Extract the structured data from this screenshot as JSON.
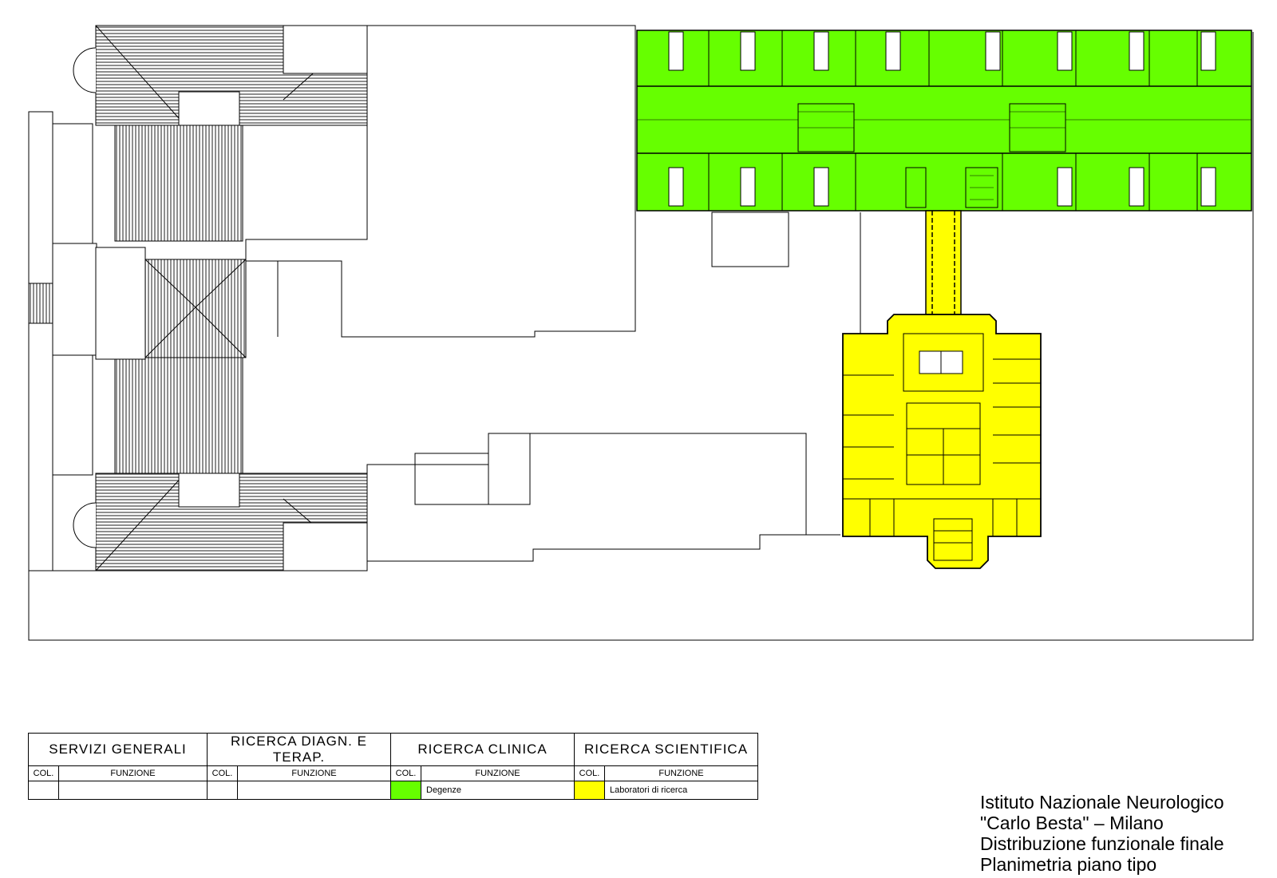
{
  "colors": {
    "degenze": "#66ff00",
    "laboratori": "#ffff00",
    "roof": "#8c8c8c",
    "line": "#000000"
  },
  "legend": {
    "groups": [
      {
        "title": "SERVIZI GENERALI",
        "col_label": "COL.",
        "func_label": "FUNZIONE",
        "color": "",
        "function": ""
      },
      {
        "title": "RICERCA DIAGN. E TERAP.",
        "col_label": "COL.",
        "func_label": "FUNZIONE",
        "color": "",
        "function": ""
      },
      {
        "title": "RICERCA CLINICA",
        "col_label": "COL.",
        "func_label": "FUNZIONE",
        "color": "#66ff00",
        "function": "Degenze"
      },
      {
        "title": "RICERCA SCIENTIFICA",
        "col_label": "COL.",
        "func_label": "FUNZIONE",
        "color": "#ffff00",
        "function": "Laboratori di ricerca"
      }
    ]
  },
  "title_block": {
    "line1": "Istituto Nazionale Neurologico",
    "line2": "\"Carlo Besta\" – Milano",
    "line3": "Distribuzione funzionale finale",
    "line4": "Planimetria piano tipo"
  }
}
